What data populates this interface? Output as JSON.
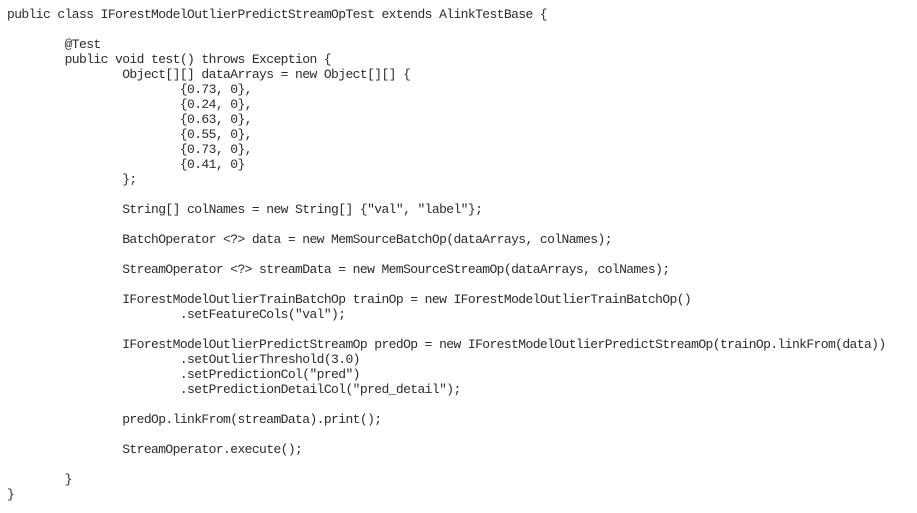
{
  "code": {
    "lines": [
      "public class IForestModelOutlierPredictStreamOpTest extends AlinkTestBase {",
      "",
      "        @Test",
      "        public void test() throws Exception {",
      "                Object[][] dataArrays = new Object[][] {",
      "                        {0.73, 0},",
      "                        {0.24, 0},",
      "                        {0.63, 0},",
      "                        {0.55, 0},",
      "                        {0.73, 0},",
      "                        {0.41, 0}",
      "                };",
      "",
      "                String[] colNames = new String[] {\"val\", \"label\"};",
      "",
      "                BatchOperator <?> data = new MemSourceBatchOp(dataArrays, colNames);",
      "",
      "                StreamOperator <?> streamData = new MemSourceStreamOp(dataArrays, colNames);",
      "",
      "                IForestModelOutlierTrainBatchOp trainOp = new IForestModelOutlierTrainBatchOp()",
      "                        .setFeatureCols(\"val\");",
      "",
      "                IForestModelOutlierPredictStreamOp predOp = new IForestModelOutlierPredictStreamOp(trainOp.linkFrom(data))",
      "                        .setOutlierThreshold(3.0)",
      "                        .setPredictionCol(\"pred\")",
      "                        .setPredictionDetailCol(\"pred_detail\");",
      "",
      "                predOp.linkFrom(streamData).print();",
      "",
      "                StreamOperator.execute();",
      "",
      "        }",
      "}"
    ]
  }
}
